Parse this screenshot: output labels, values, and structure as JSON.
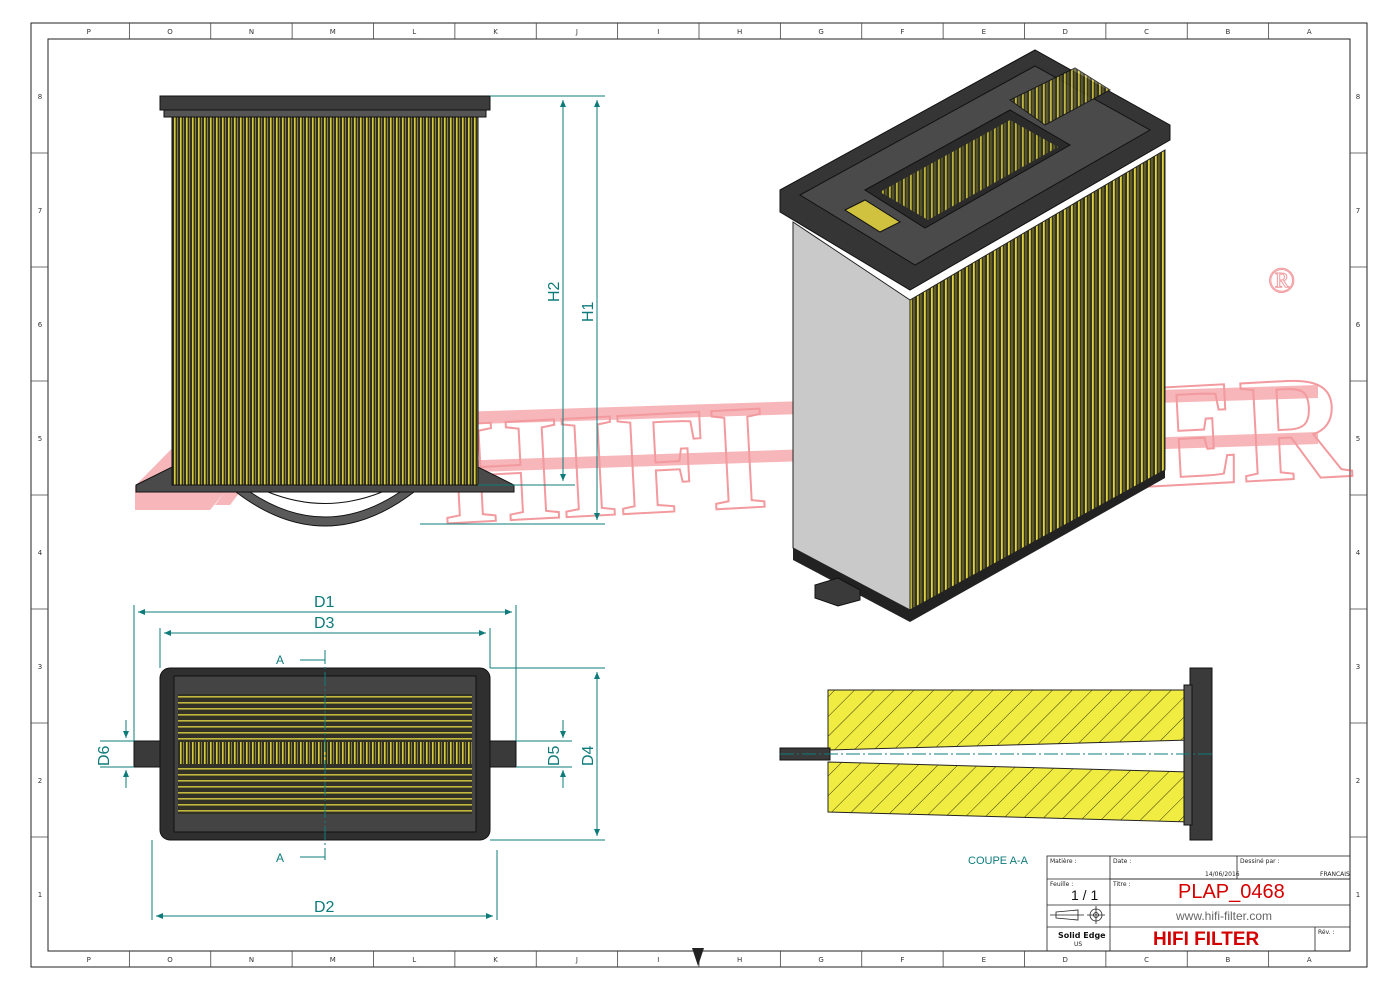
{
  "watermark": {
    "text": "HIFI FILTER",
    "registered": "®"
  },
  "dimensions": {
    "H1": "H1",
    "H2": "H2",
    "D1": "D1",
    "D2": "D2",
    "D3": "D3",
    "D4": "D4",
    "D5": "D5",
    "D6": "D6",
    "sectionA_top": "A",
    "sectionA_bottom": "A"
  },
  "section_label": "COUPE A-A",
  "zones": {
    "top": [
      "P",
      "O",
      "N",
      "M",
      "L",
      "K",
      "J",
      "I",
      "H",
      "G",
      "F",
      "E",
      "D",
      "C",
      "B",
      "A"
    ],
    "bottom": [
      "P",
      "O",
      "N",
      "M",
      "L",
      "K",
      "J",
      "I",
      "H",
      "G",
      "F",
      "E",
      "D",
      "C",
      "B",
      "A"
    ],
    "left": [
      "8",
      "7",
      "6",
      "5",
      "4",
      "3",
      "2",
      "1"
    ],
    "right": [
      "8",
      "7",
      "6",
      "5",
      "4",
      "3",
      "2",
      "1"
    ]
  },
  "title_block": {
    "matiere_label": "Matière :",
    "date_label": "Date :",
    "date_value": "14/06/2016",
    "dessine_label": "Dessiné par :",
    "dessine_value": "FRANCAIS",
    "feuille_label": "Feuille :",
    "feuille_value": "1 / 1",
    "titre_label": "Titre :",
    "part_number": "PLAP_0468",
    "website": "www.hifi-filter.com",
    "software": "Solid Edge",
    "software_sub": "US",
    "brand": "HIFI FILTER",
    "rev_label": "Rév. :"
  },
  "colors": {
    "dimension": "#0e7b7b",
    "watermark": "#e8474f",
    "pleat_yellow": "#e6d84a",
    "frame_dark": "#3a3a3a",
    "brand_red": "#d40000"
  }
}
